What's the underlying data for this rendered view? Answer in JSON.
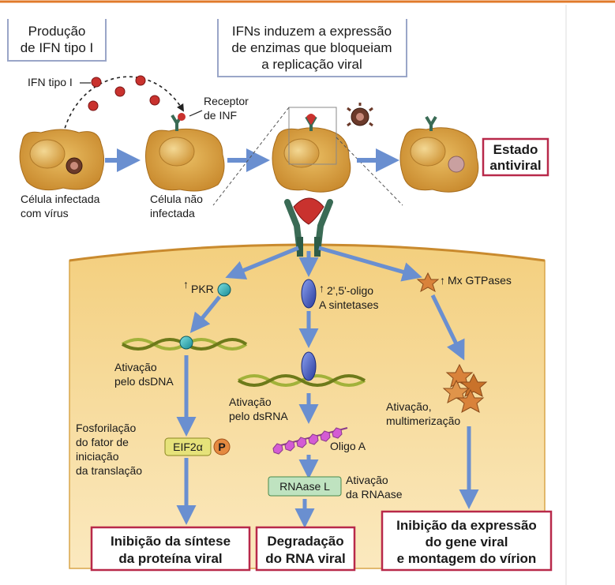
{
  "headers": {
    "left": [
      "Produção",
      "de IFN tipo I"
    ],
    "right": [
      "IFNs induzem a expressão",
      "de enzimas que bloqueiam",
      "a replicação viral"
    ]
  },
  "top_labels": {
    "ifn_tipo": "IFN tipo I",
    "receptor": [
      "Receptor",
      "de INF"
    ],
    "infected_cell": [
      "Célula infectada",
      "com vírus"
    ],
    "uninfected_cell": [
      "Célula não",
      "infectada"
    ],
    "antiviral_state": [
      "Estado",
      "antiviral"
    ]
  },
  "pathways": {
    "pkr": {
      "enzyme": "PKR",
      "activation": [
        "Ativação",
        "pelo dsDNA"
      ],
      "step": [
        "Fosforilação",
        "do fator de",
        "iniciação",
        "da translação"
      ],
      "factor": "EIF2α",
      "phospho": "P",
      "result": [
        "Inibição da síntese",
        "da proteína viral"
      ]
    },
    "oas": {
      "enzyme": [
        "2',5'-oligo",
        "A sintetases"
      ],
      "activation": [
        "Ativação",
        "pelo dsRNA"
      ],
      "oligo": "Oligo A",
      "rnaase": "RNAase L",
      "rnaase_activation": [
        "Ativação",
        "da RNAase"
      ],
      "result": [
        "Degradação",
        "do RNA viral"
      ]
    },
    "mx": {
      "enzyme": "Mx GTPases",
      "activation": [
        "Ativação,",
        "multimerização"
      ],
      "result": [
        "Inibição da expressão",
        "do gene viral",
        "e montagem do vírion"
      ]
    }
  },
  "colors": {
    "header_line": "#e07a2a",
    "arrow": "#6a8fd0",
    "box_border": "#b8294a",
    "cytoplasm": "#f6d89a",
    "cell": "#d9a64a",
    "nucleus": "#e8c06a"
  }
}
